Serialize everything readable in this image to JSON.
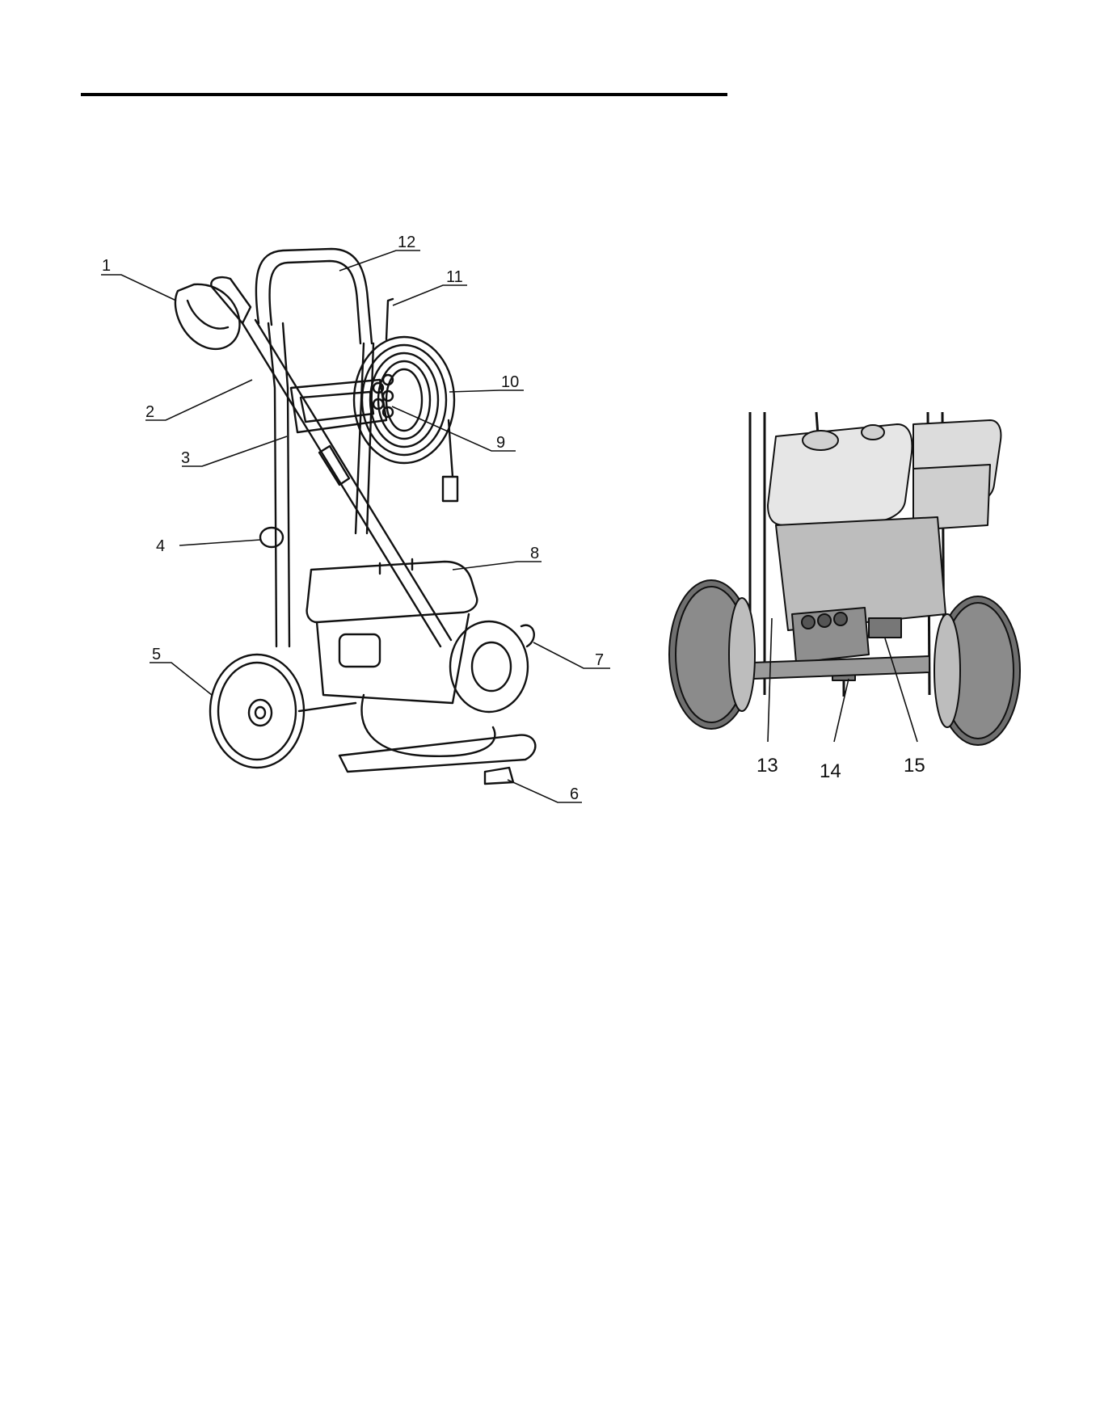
{
  "figure_left": {
    "callouts": [
      "1",
      "2",
      "3",
      "4",
      "5",
      "6",
      "7",
      "8",
      "9",
      "10",
      "11",
      "12"
    ]
  },
  "figure_right": {
    "callouts": [
      "13",
      "14",
      "15"
    ]
  }
}
